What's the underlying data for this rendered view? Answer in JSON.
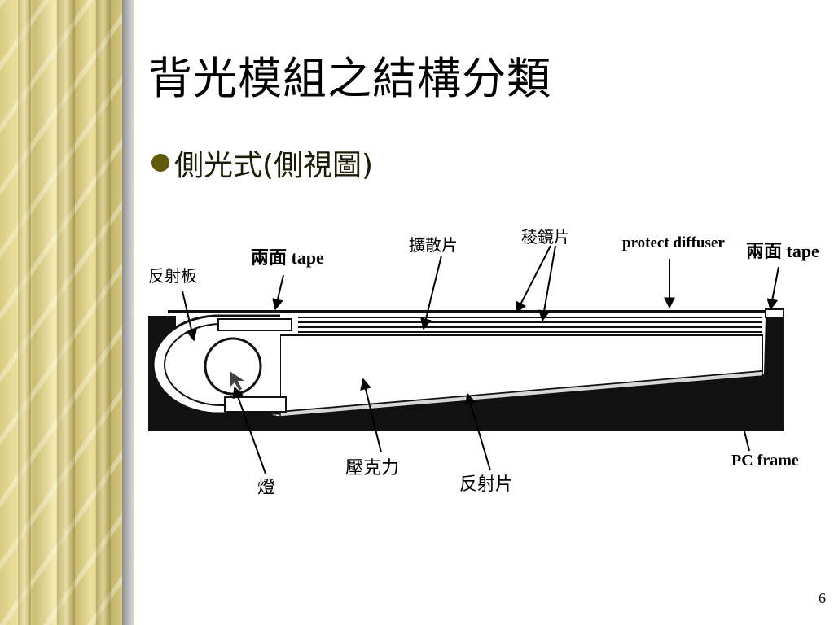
{
  "slide": {
    "title": "背光模組之結構分類",
    "bullet": "側光式(側視圖)",
    "page_number": "6"
  },
  "diagram": {
    "labels": {
      "reflector_plate": "反射板",
      "tape_left": "兩面 tape",
      "diffuser": "擴散片",
      "prism": "稜鏡片",
      "protect_diffuser": "protect diffuser",
      "tape_right": "兩面 tape",
      "lamp": "燈",
      "acrylic": "壓克力",
      "reflector_sheet": "反射片",
      "pc_frame": "PC frame"
    }
  },
  "colors": {
    "frame": "#111111",
    "bullet": "#5f5a08",
    "strip_gold": "#e6da98"
  }
}
